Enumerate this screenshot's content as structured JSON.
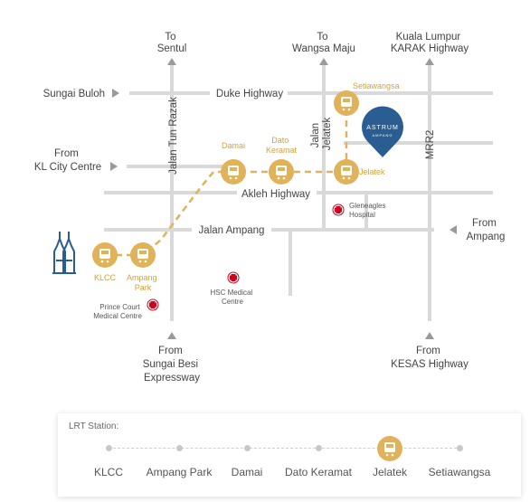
{
  "roads": {
    "to_sentul": [
      "To",
      "Sentul"
    ],
    "to_wangsa_maju": [
      "To",
      "Wangsa Maju"
    ],
    "kl_karak": [
      "Kuala Lumpur",
      "KARAK Highway"
    ],
    "sungai_buloh": "Sungai Buloh",
    "duke_highway": "Duke Highway",
    "from_kl_city_centre": [
      "From",
      "KL City Centre"
    ],
    "jalan_tun_razak": "Jalan Tun Razak",
    "jalan_jelatek": [
      "Jalan",
      "Jelatek"
    ],
    "mrr2": "MRR2",
    "akleh_highway": "Akleh Highway",
    "jalan_ampang": "Jalan Ampang",
    "from_ampang": [
      "From",
      "Ampang"
    ],
    "from_sungai_besi": [
      "From",
      "Sungai Besi",
      "Expressway"
    ],
    "from_kesas": [
      "From",
      "KESAS Highway"
    ]
  },
  "stations": {
    "klcc": "KLCC",
    "ampang_park": [
      "Ampang",
      "Park"
    ],
    "damai": "Damai",
    "dato_keramat": [
      "Dato",
      "Keramat"
    ],
    "jelatek": "Jelatek",
    "setiawangsa": "Setiawangsa"
  },
  "places": {
    "gleneagles": [
      "Gleneagles",
      "Hospital"
    ],
    "hsc": [
      "HSC Medical",
      "Centre"
    ],
    "prince_court": [
      "Prince Court",
      "Medical Centre"
    ]
  },
  "brand": {
    "name": "ASTRUM",
    "sub": "AMPANG",
    "color": "#2a5e92"
  },
  "legend": {
    "title": "LRT Station:",
    "stations": [
      "KLCC",
      "Ampang Park",
      "Damai",
      "Dato Keramat",
      "Jelatek",
      "Setiawangsa"
    ],
    "active_station": "Jelatek"
  },
  "colors": {
    "station": "#e0b35a",
    "station_label": "#d4a23a",
    "road": "#d9d9d9",
    "hospital": "#d0021b",
    "towers": "#2a5e92"
  }
}
